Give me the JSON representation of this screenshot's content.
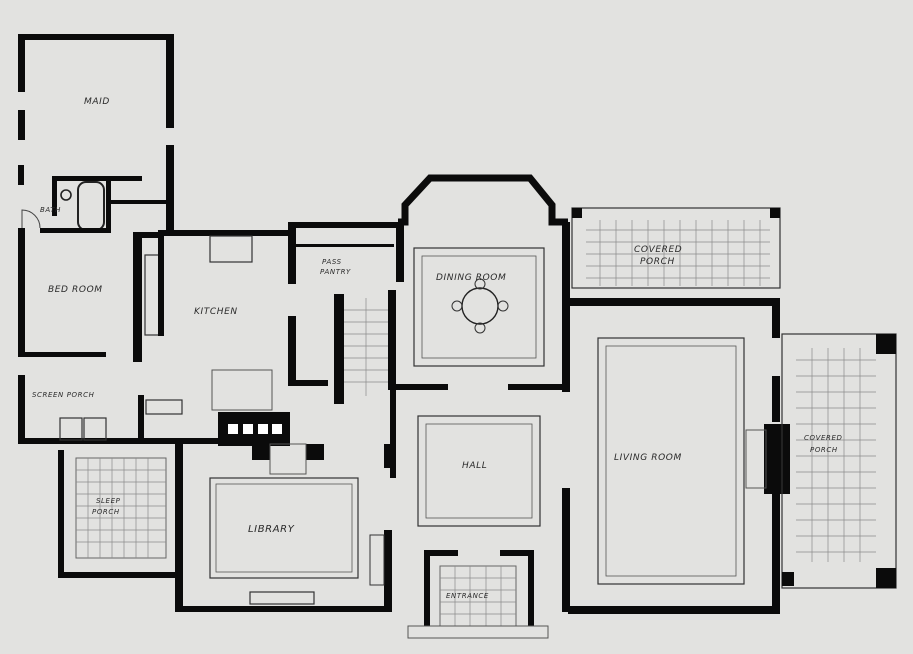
{
  "plan": {
    "rooms": {
      "maid": "MAID",
      "bath": "BATH",
      "bed_room": "BED ROOM",
      "kitchen": "KITCHEN",
      "pass_pantry_1": "PASS",
      "pass_pantry_2": "PANTRY",
      "dining_room": "DINING ROOM",
      "covered_porch_top_1": "COVERED",
      "covered_porch_top_2": "PORCH",
      "screen_porch": "SCREEN PORCH",
      "sleep_porch_1": "SLEEP",
      "sleep_porch_2": "PORCH",
      "library": "LIBRARY",
      "hall": "HALL",
      "living_room": "LIVING ROOM",
      "covered_porch_right_1": "COVERED",
      "covered_porch_right_2": "PORCH",
      "entrance": "ENTRANCE"
    }
  }
}
